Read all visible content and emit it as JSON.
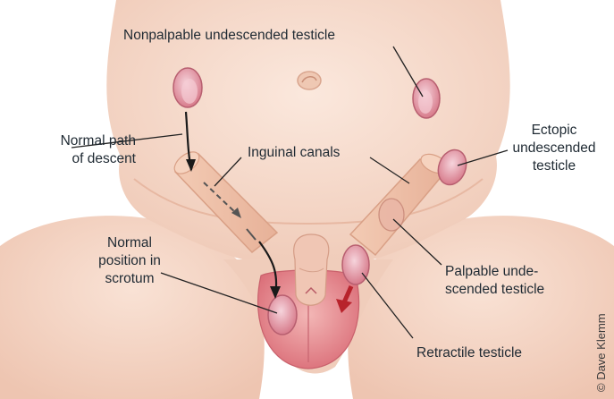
{
  "labels": {
    "nonpalpable": "Nonpalpable undescended testicle",
    "normal_path_line1": "Normal path",
    "normal_path_line2": "of descent",
    "inguinal": "Inguinal canals",
    "ectopic_line1": "Ectopic",
    "ectopic_line2": "undescended",
    "ectopic_line3": "testicle",
    "normal_pos_line1": "Normal",
    "normal_pos_line2": "position in",
    "normal_pos_line3": "scrotum",
    "palpable_line1": "Palpable unde-",
    "palpable_line2": "scended testicle",
    "retractile": "Retractile testicle"
  },
  "credit": "© Dave Klemm",
  "colors": {
    "skin": "#f7dccd",
    "skin_shadow": "#ecc2ad",
    "canal": "#f0c2aa",
    "testicle": "#e69aa6",
    "scrotum": "#e5868f",
    "arrow_red": "#b8232c",
    "text": "#1f2a33"
  }
}
